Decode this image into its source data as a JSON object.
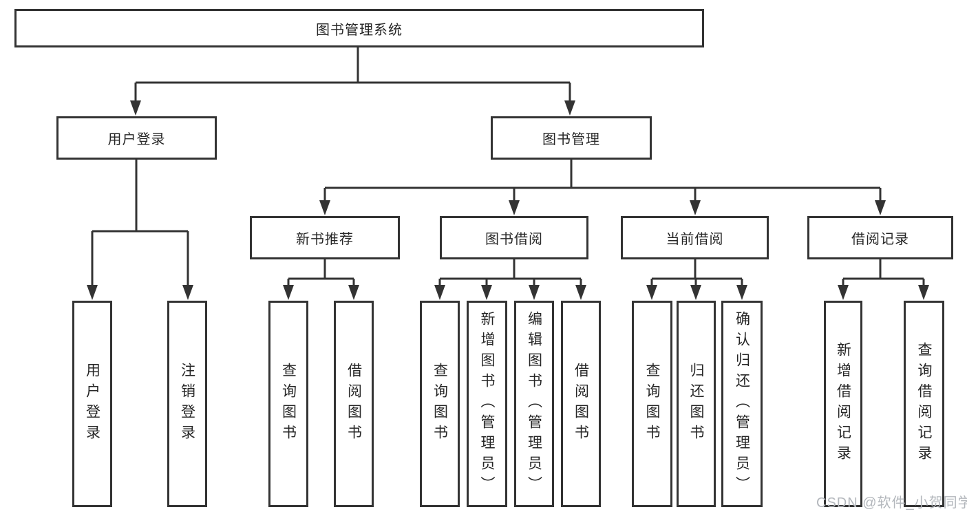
{
  "tree": {
    "root": {
      "label": "图书管理系统"
    },
    "level1": [
      {
        "label": "用户登录"
      },
      {
        "label": "图书管理"
      }
    ],
    "level2": [
      {
        "label": "新书推荐"
      },
      {
        "label": "图书借阅"
      },
      {
        "label": "当前借阅"
      },
      {
        "label": "借阅记录"
      }
    ],
    "leaves": {
      "user_login": [
        {
          "label": "用户登录"
        },
        {
          "label": "注销登录"
        }
      ],
      "new_books": [
        {
          "label": "查询图书"
        },
        {
          "label": "借阅图书"
        }
      ],
      "book_borrow": [
        {
          "label": "查询图书"
        },
        {
          "label": "新增图书（管理员）"
        },
        {
          "label": "编辑图书（管理员）"
        },
        {
          "label": "借阅图书"
        }
      ],
      "current_borrow": [
        {
          "label": "查询图书"
        },
        {
          "label": "归还图书"
        },
        {
          "label": "确认归还（管理员）"
        }
      ],
      "borrow_records": [
        {
          "label": "新增借阅记录"
        },
        {
          "label": "查询借阅记录"
        }
      ]
    }
  },
  "watermark": {
    "text": "CSDN @软件_小贺同学"
  },
  "colors": {
    "line": "#333333",
    "text": "#262626",
    "watermark": "#b3b7bc",
    "background": "#ffffff"
  }
}
